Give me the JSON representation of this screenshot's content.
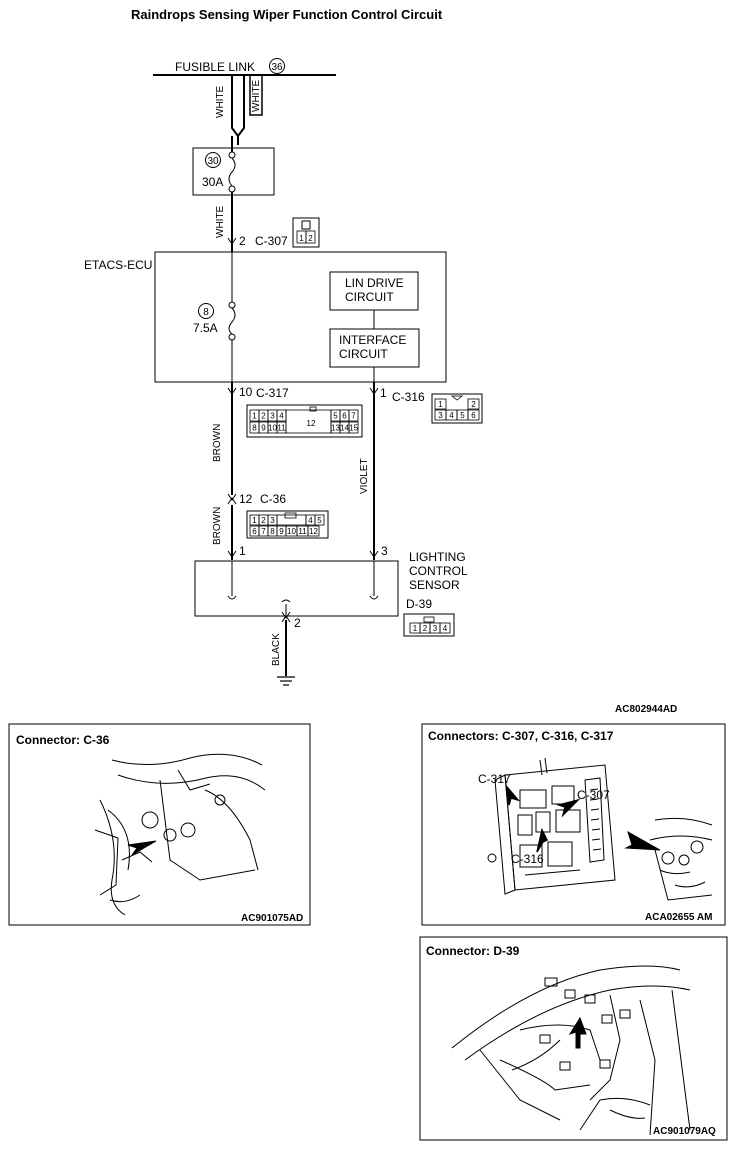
{
  "title": "Raindrops Sensing Wiper Function Control Circuit",
  "fusible_link": {
    "label": "FUSIBLE LINK",
    "number": "36"
  },
  "fuse_main": {
    "number": "30",
    "rating": "30A"
  },
  "fuse_ecu": {
    "number": "8",
    "rating": "7.5A"
  },
  "ecu": {
    "label": "ETACS-ECU",
    "lin_drive": [
      "LIN DRIVE",
      "CIRCUIT"
    ],
    "interface": [
      "INTERFACE",
      "CIRCUIT"
    ]
  },
  "wires": {
    "white": "WHITE",
    "brown": "BROWN",
    "violet": "VIOLET",
    "black": "BLACK"
  },
  "connectors": {
    "c307": {
      "name": "C-307",
      "pin": "2",
      "cells": [
        "1",
        "2"
      ]
    },
    "c317": {
      "name": "C-317",
      "pin": "10",
      "top": [
        "1",
        "2",
        "3",
        "4",
        "5",
        "6",
        "7"
      ],
      "bottom": [
        "8",
        "9",
        "10",
        "11",
        "13",
        "14",
        "15"
      ],
      "mid": "12"
    },
    "c316": {
      "name": "C-316",
      "pin": "1",
      "top": [
        "1",
        "2"
      ],
      "bottom": [
        "3",
        "4",
        "5",
        "6"
      ]
    },
    "c36": {
      "name": "C-36",
      "pin": "12",
      "top": [
        "1",
        "2",
        "3",
        "4",
        "5"
      ],
      "bottom": [
        "6",
        "7",
        "8",
        "9",
        "10",
        "11",
        "12"
      ]
    },
    "d39": {
      "name": "D-39",
      "pin": "2",
      "cells": [
        "1",
        "2",
        "3",
        "4"
      ]
    }
  },
  "sensor": {
    "label": [
      "LIGHTING",
      "CONTROL",
      "SENSOR"
    ],
    "pin_brown": "1",
    "pin_violet": "3"
  },
  "diagram_code": "AC802944AD",
  "panels": {
    "c36": {
      "title": "Connector: C-36",
      "code": "AC901075AD"
    },
    "ecu": {
      "title": "Connectors: C-307, C-316, C-317",
      "code": "ACA02655 AM",
      "callouts": [
        "C-317",
        "C-307",
        "C-316"
      ]
    },
    "d39": {
      "title": "Connector: D-39",
      "code": "AC901079AQ"
    }
  }
}
